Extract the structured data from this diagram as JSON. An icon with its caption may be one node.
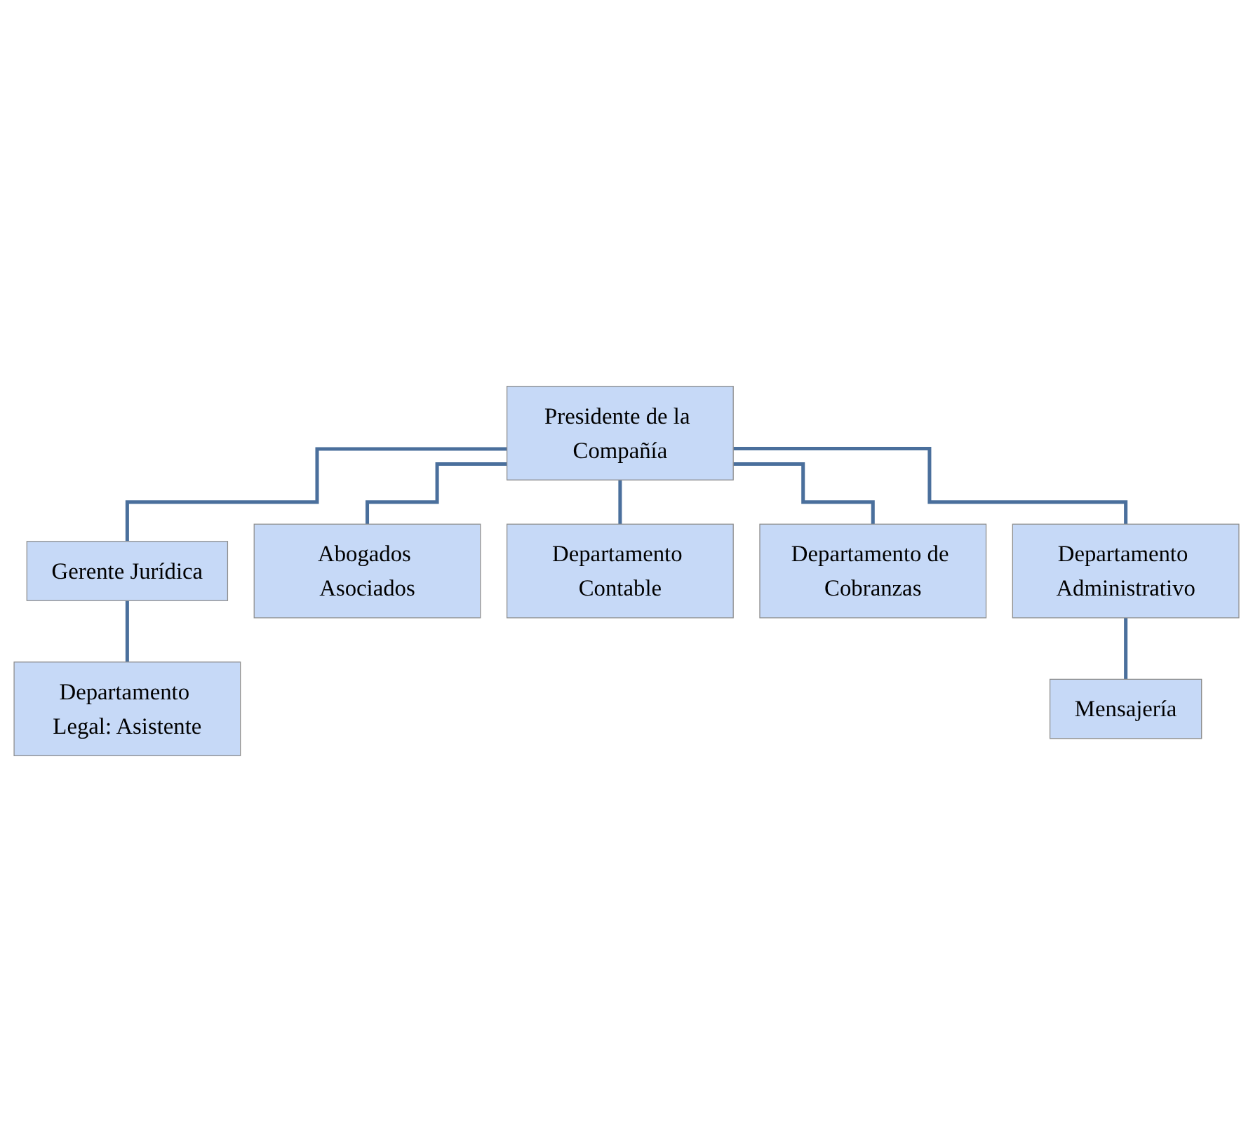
{
  "diagram": {
    "nodes": [
      {
        "text": [
          "Presidente de la Compañía"
        ]
      },
      {
        "text": [
          "Gerente Jurídica"
        ]
      },
      {
        "text": [
          "Abogados Asociados"
        ]
      },
      {
        "text": [
          "Departamento Legal: Asistente"
        ]
      },
      {
        "text": [
          "Departamento Contable"
        ]
      },
      {
        "text": [
          "Departamento de Cobranzas"
        ]
      },
      {
        "text": [
          "Departamento Administrativo"
        ]
      },
      {
        "text": [
          "Mensajería"
        ]
      }
    ],
    "edges": [
      {
        "from": 0,
        "to": 1,
        "arrow": "none"
      },
      {
        "from": 0,
        "to": 2,
        "arrow": "none"
      },
      {
        "from": 1,
        "to": 3,
        "arrow": "none"
      },
      {
        "from": 0,
        "to": 4,
        "arrow": "none"
      },
      {
        "from": 0,
        "to": 5,
        "arrow": "none"
      },
      {
        "from": 0,
        "to": 6,
        "arrow": "none"
      },
      {
        "from": 6,
        "to": 7,
        "arrow": "none"
      }
    ]
  }
}
